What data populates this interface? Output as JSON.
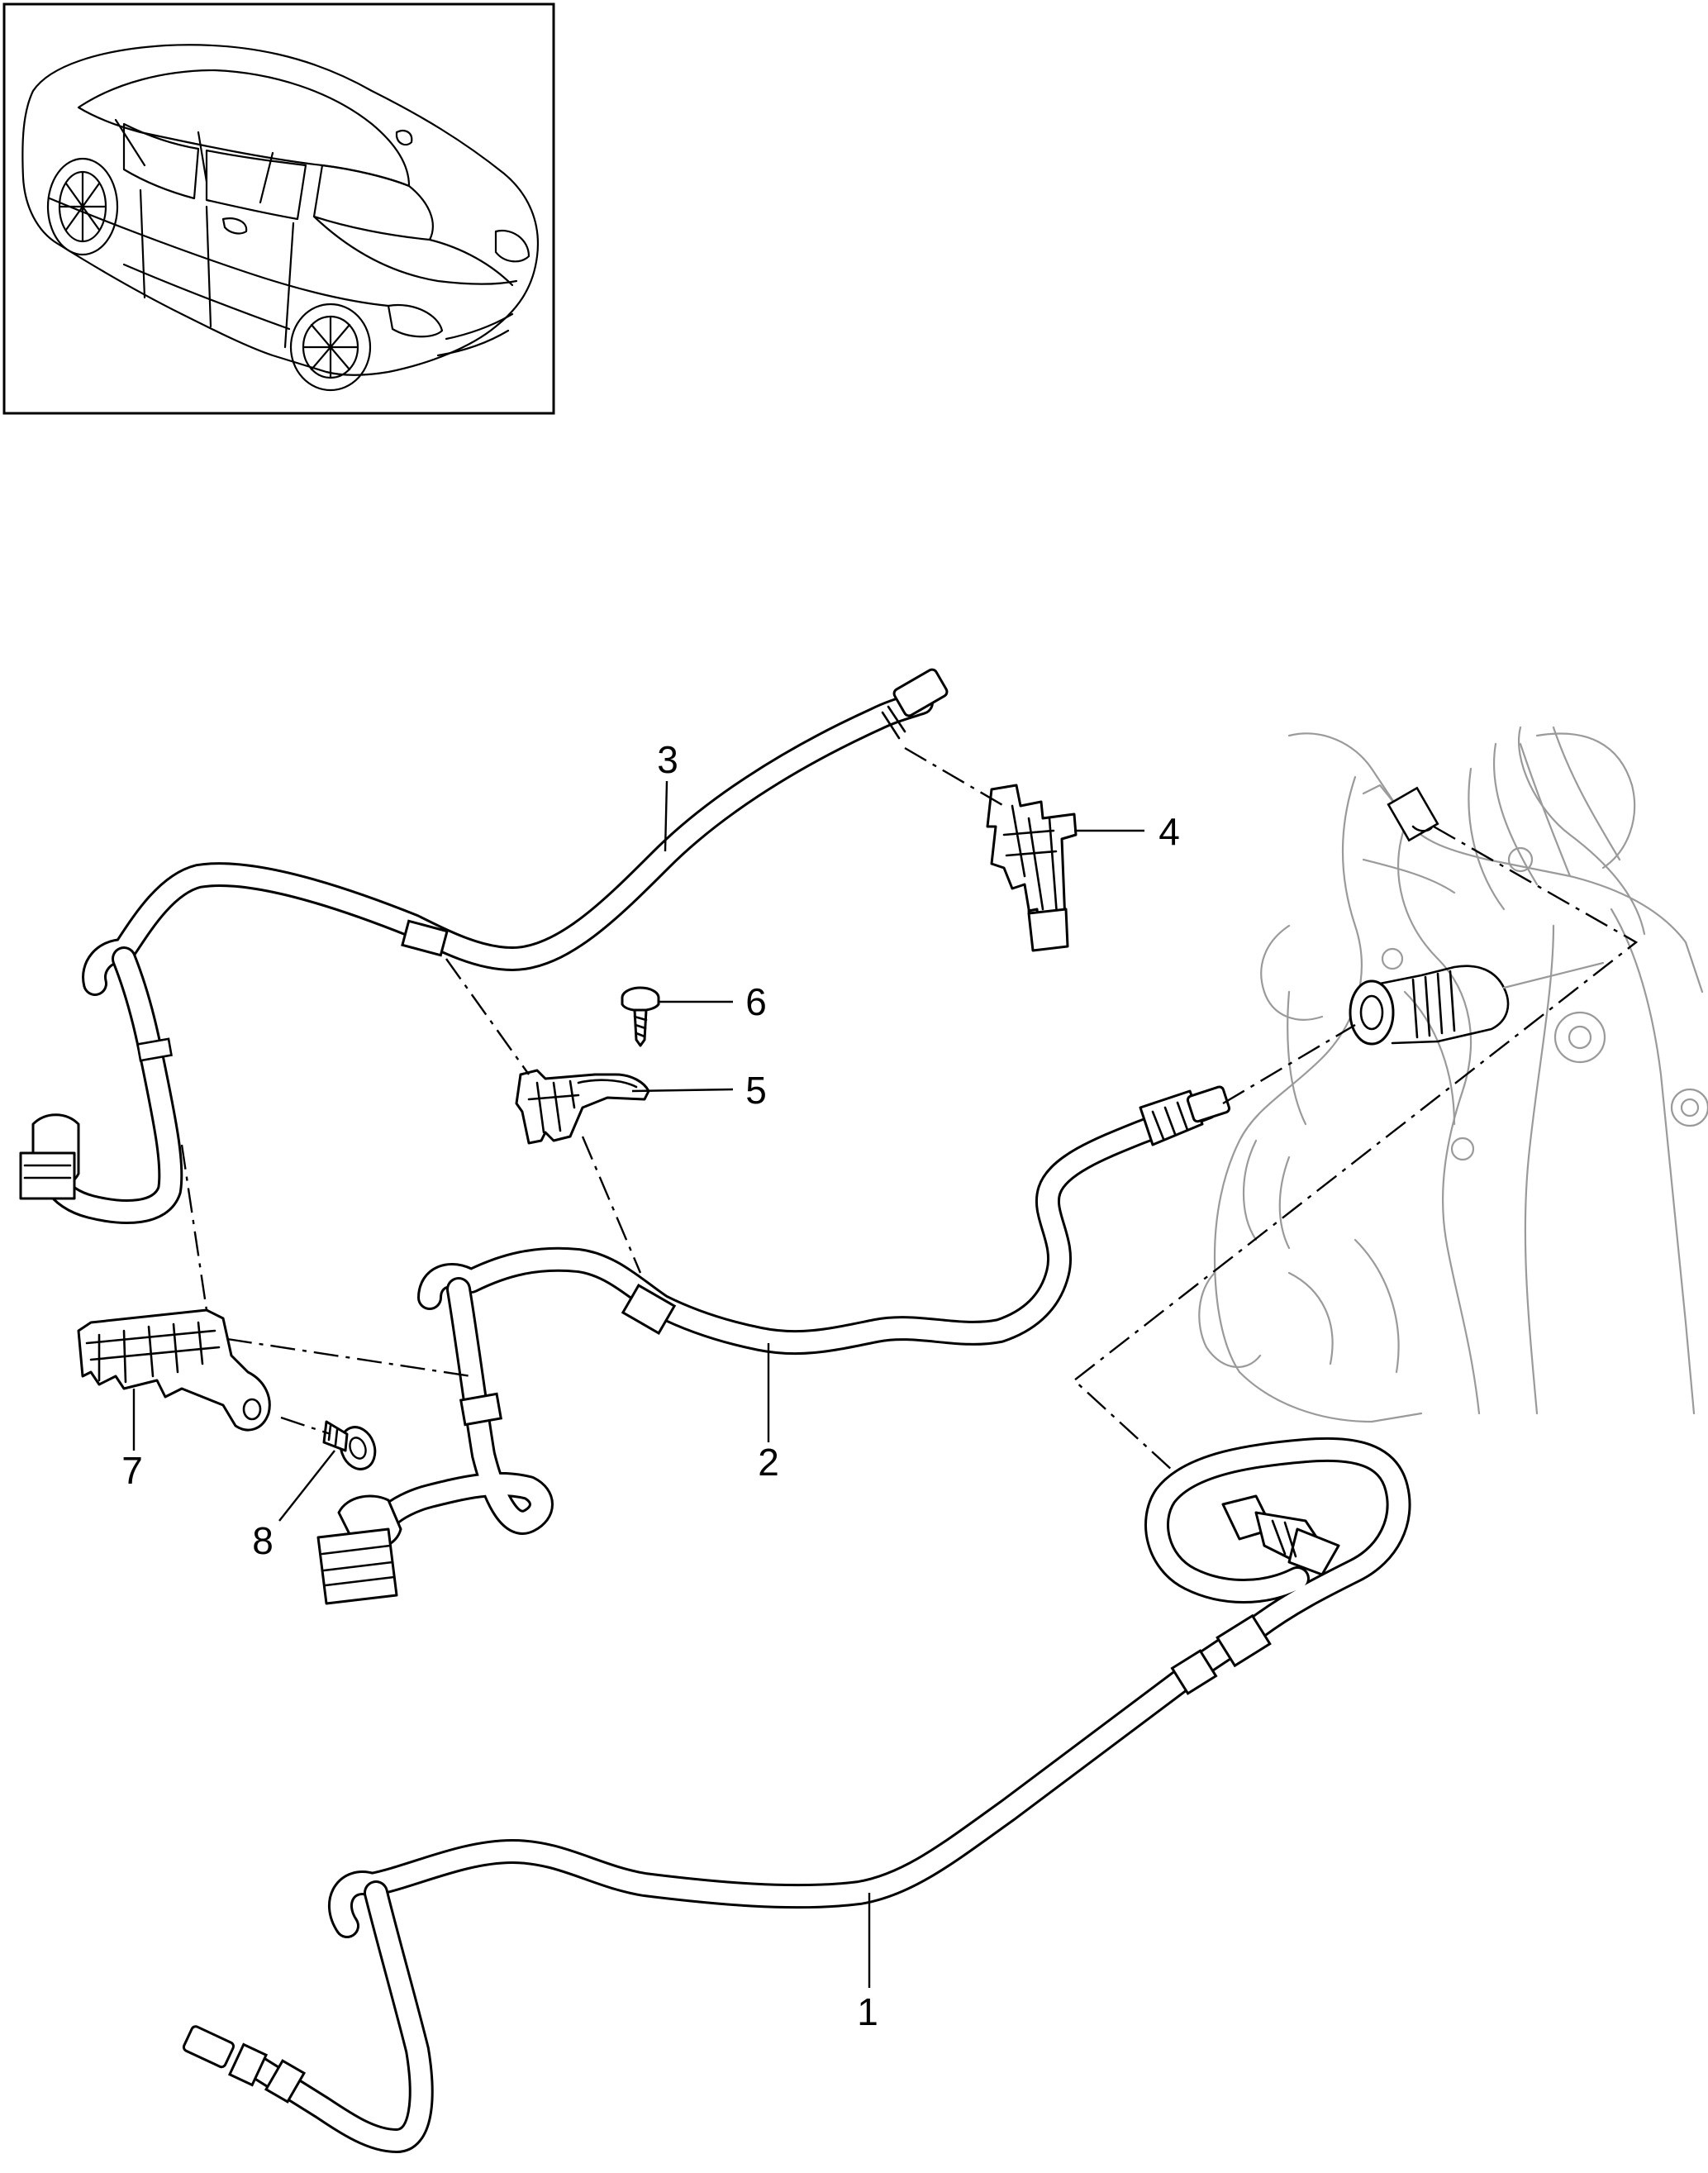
{
  "callouts": [
    {
      "id": "1",
      "label": "1"
    },
    {
      "id": "2",
      "label": "2"
    },
    {
      "id": "3",
      "label": "3"
    },
    {
      "id": "4",
      "label": "4"
    },
    {
      "id": "5",
      "label": "5"
    },
    {
      "id": "6",
      "label": "6"
    },
    {
      "id": "7",
      "label": "7"
    },
    {
      "id": "8",
      "label": "8"
    }
  ],
  "colors": {
    "line": "#000000",
    "ghost": "#9a9a9a",
    "background": "#ffffff"
  },
  "icons": {
    "vehicle_thumbnail": "sedan-car-icon"
  }
}
